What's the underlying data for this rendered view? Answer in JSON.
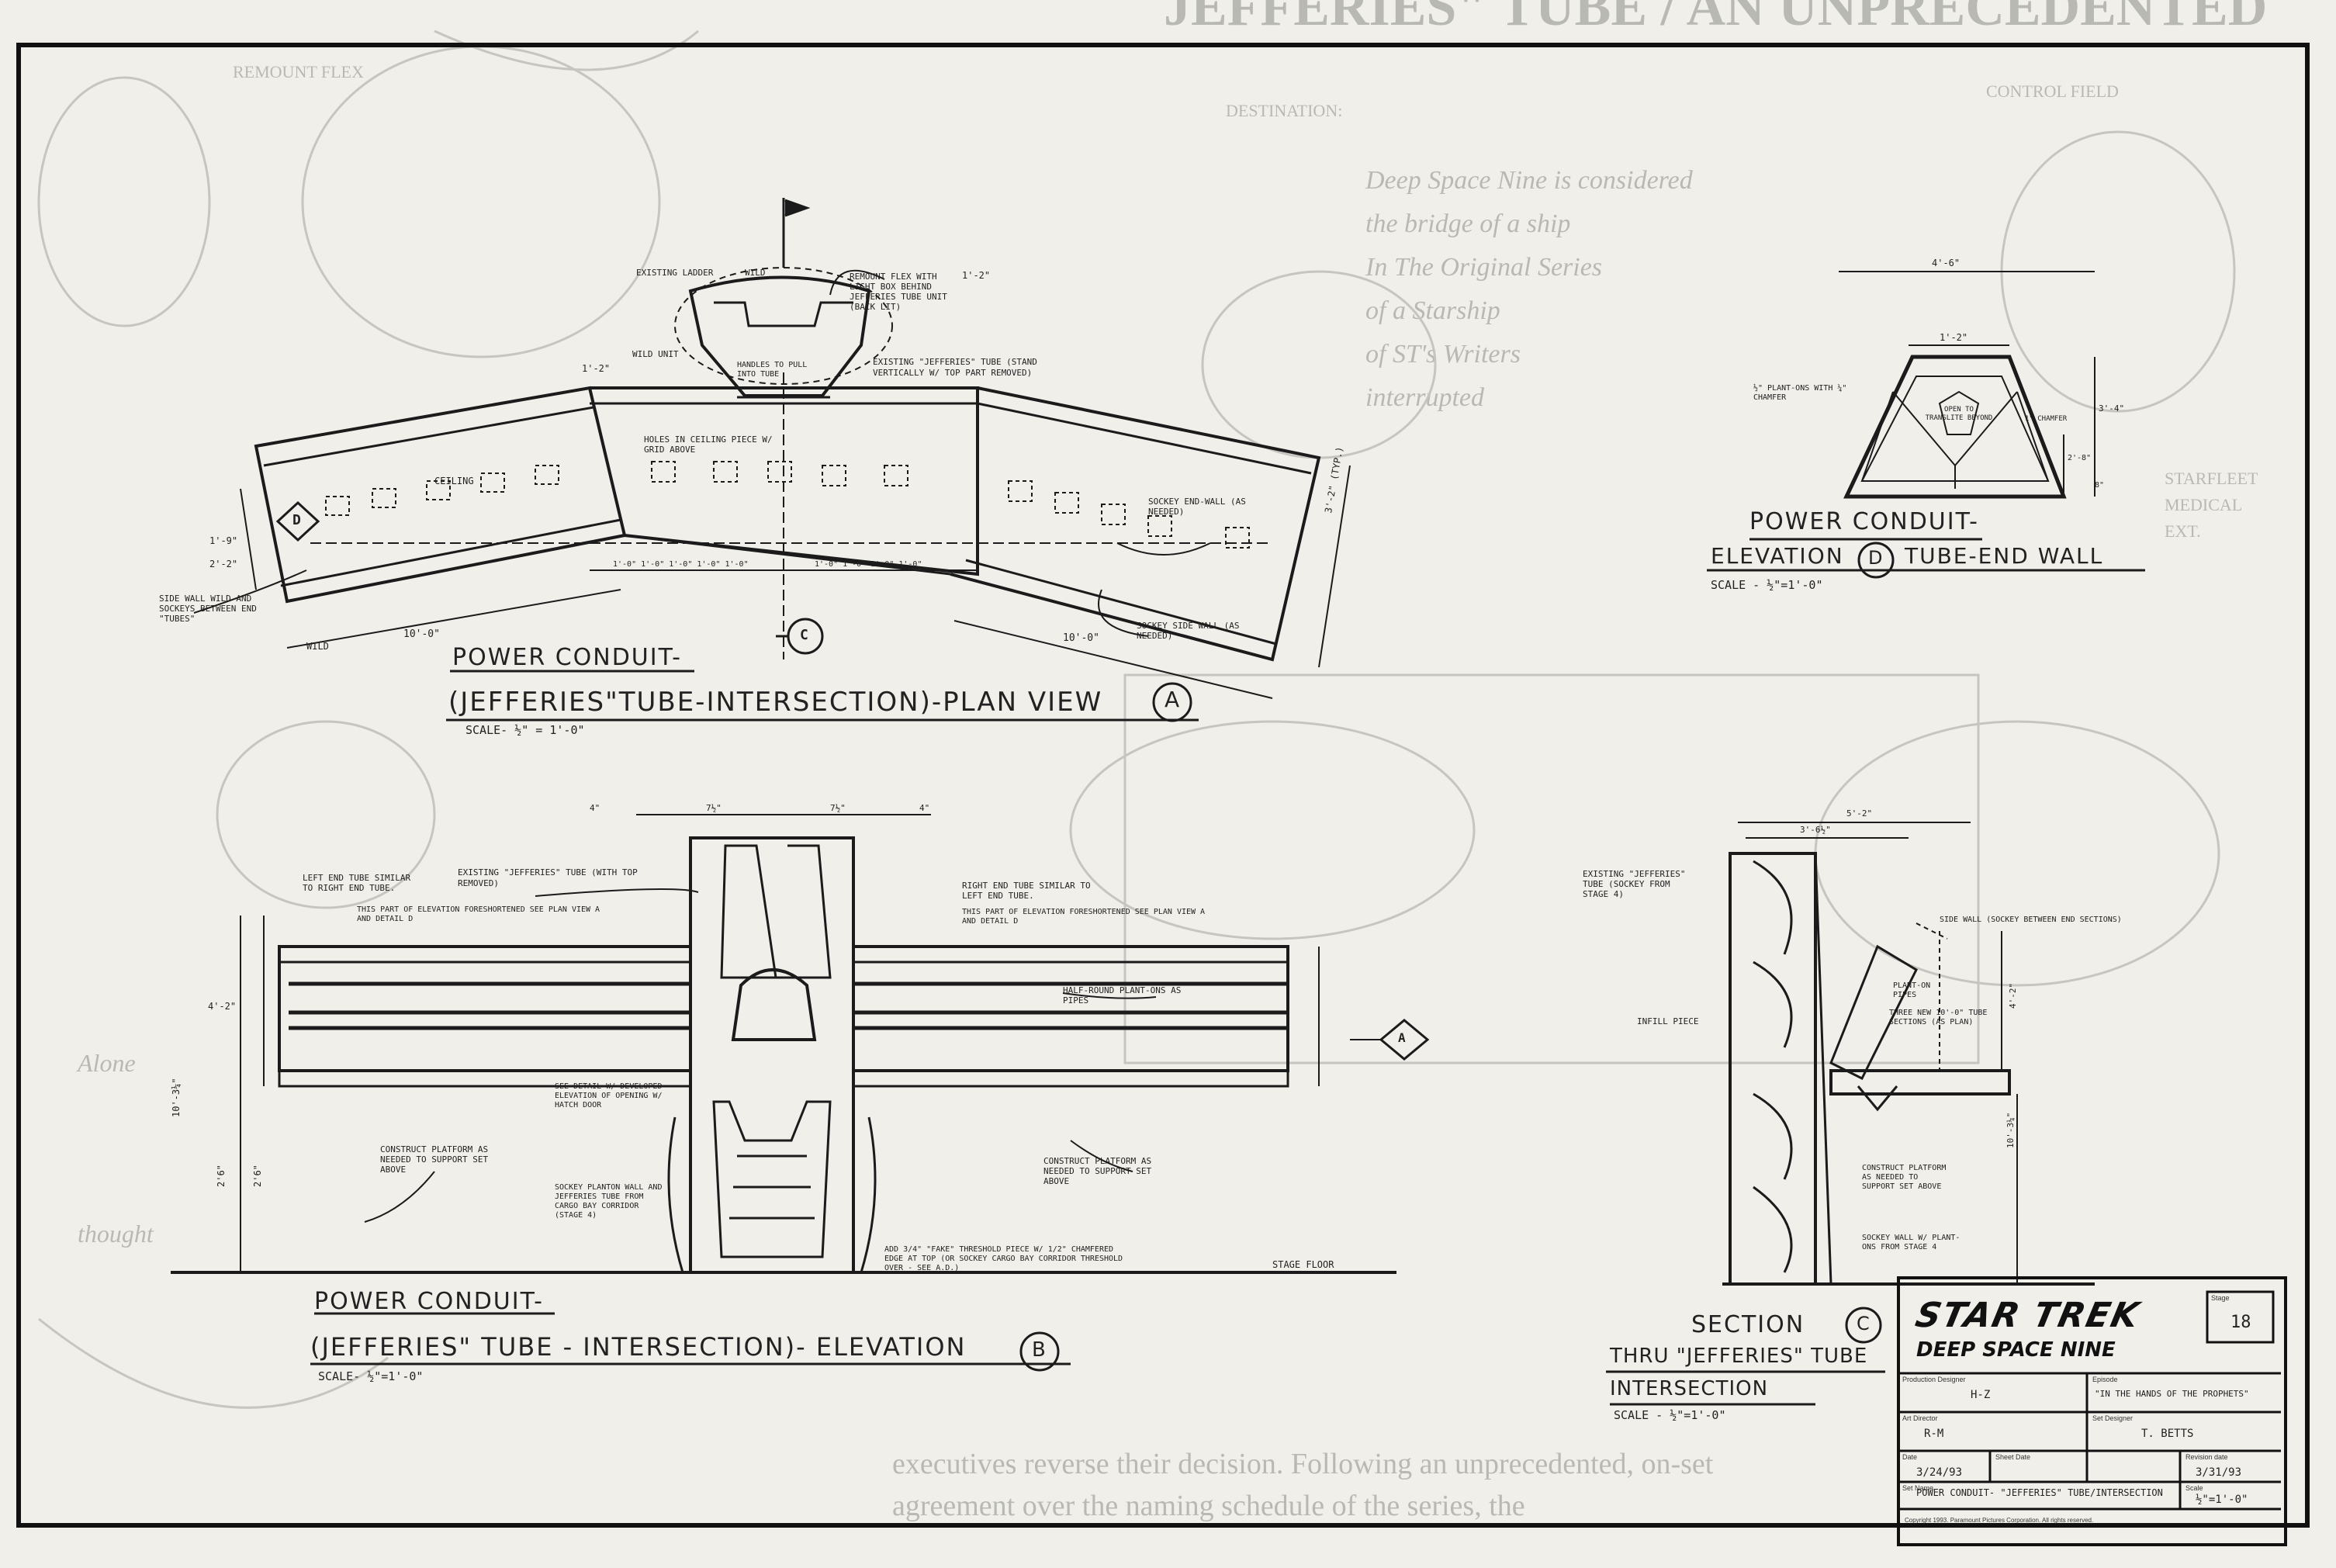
{
  "background": {
    "header": "JEFFERIES\" TUBE / AN UNPRECEDENTED",
    "left_caption": "REMOUNT FLEX",
    "center_caption": "DESTINATION:",
    "right_caption": "CONTROL FIELD",
    "paragraph_lines": [
      "Deep Space Nine is considered",
      "the bridge of a ship",
      "In The Original Series",
      "of a Starship",
      "of ST's Writers",
      "interrupted"
    ],
    "right_sidebar_lines": [
      "STARFLEET",
      "MEDICAL",
      "EXT."
    ],
    "bottom_lines": [
      "executives reverse their decision. Following an unprecedented, on-set",
      "agreement over the naming schedule of the series, the"
    ],
    "left_lines": [
      "Alone",
      "thought"
    ]
  },
  "plan_view": {
    "title_line1": "POWER CONDUIT-",
    "title_line2": "(JEFFERIES\"TUBE-INTERSECTION)-PLAN VIEW",
    "title_marker": "A",
    "scale": "SCALE- ½\" = 1'-0\"",
    "notes": [
      "EXISTING LADDER",
      "WILD",
      "REMOUNT FLEX WITH LIGHT BOX BEHIND JEFFERIES TUBE UNIT (BACK LIT)",
      "1'-2\"",
      "WILD UNIT",
      "HANDLES TO PULL INTO TUBE",
      "EXISTING \"JEFFERIES\" TUBE (STAND VERTICALLY W/ TOP PART REMOVED)",
      "1'-2\"",
      "HOLES IN CEILING PIECE W/ GRID ABOVE",
      "CEILING",
      "SOCKEY END-WALL (AS NEEDED)",
      "1'-9\"",
      "2'-2\"",
      "SIDE WALL WILD AND SOCKEYS BETWEEN END \"TUBES\"",
      "WILD",
      "10'-0\"",
      "10'-0\"",
      "SOCKEY SIDE WALL (AS NEEDED)",
      "3'-2\" (TYP.)",
      "1'-0\" 1'-0\" 1'-0\" 1'-0\" 1'-0\"",
      "1'-0\" 1'-0\" 1'-0\" 1'-0\""
    ],
    "markers": [
      "D",
      "C"
    ]
  },
  "elevation_view": {
    "title_line1": "POWER CONDUIT-",
    "title_line2": "(JEFFERIES\" TUBE - INTERSECTION)- ELEVATION",
    "title_marker": "B",
    "scale": "SCALE- ½\"=1'-0\"",
    "notes": [
      "LEFT END TUBE SIMILAR TO RIGHT END TUBE.",
      "THIS PART OF ELEVATION FORESHORTENED SEE PLAN VIEW A AND DETAIL D",
      "EXISTING \"JEFFERIES\" TUBE (WITH TOP REMOVED)",
      "RIGHT END TUBE SIMILAR TO LEFT END TUBE.",
      "THIS PART OF ELEVATION FORESHORTENED SEE PLAN VIEW A AND DETAIL D",
      "HALF-ROUND PLANT-ONS AS PIPES",
      "SEE DETAIL W/ DEVELOPED ELEVATION OF OPENING W/ HATCH DOOR",
      "CONSTRUCT PLATFORM AS NEEDED TO SUPPORT SET ABOVE",
      "SOCKEY PLANTON WALL AND JEFFERIES TUBE FROM CARGO BAY CORRIDOR (STAGE 4)",
      "CONSTRUCT PLATFORM AS NEEDED TO SUPPORT SET ABOVE",
      "ADD 3/4\" \"FAKE\" THRESHOLD PIECE W/ 1/2\" CHAMFERED EDGE AT TOP (OR SOCKEY CARGO BAY CORRIDOR THRESHOLD OVER - SEE A.D.)",
      "STAGE FLOOR",
      "4'-2\"",
      "10'-3¼\"",
      "2'6\"",
      "2'6\"",
      "4\"",
      "7½\"",
      "7½\"",
      "4\""
    ],
    "markers": [
      "A"
    ]
  },
  "end_wall_view": {
    "title_line1": "POWER CONDUIT-",
    "title_line2": "ELEVATION",
    "title_marker": "D",
    "title_line2b": "TUBE-END WALL",
    "scale": "SCALE - ½\"=1'-0\"",
    "notes": [
      "4'-6\"",
      "1'-2\"",
      "½\" PLANT-ONS WITH ¼\" CHAMFER",
      "OPEN TO TRANSLITE BEYOND",
      "1\" CHAMFER",
      "3'-4\"",
      "2'-8\"",
      "8\""
    ]
  },
  "section_view": {
    "title_line1": "SECTION",
    "title_marker": "C",
    "title_line2": "THRU \"JEFFERIES\" TUBE",
    "title_line3": "INTERSECTION",
    "scale": "SCALE - ½\"=1'-0\"",
    "notes": [
      "5'-2\"",
      "3'-6½\"",
      "EXISTING \"JEFFERIES\" TUBE (SOCKEY FROM STAGE 4)",
      "SIDE WALL (SOCKEY BETWEEN END SECTIONS)",
      "PLANT-ON PIPES",
      "INFILL PIECE",
      "THREE NEW 10'-0\" TUBE SECTIONS (AS PLAN)",
      "CONSTRUCT PLATFORM AS NEEDED TO SUPPORT SET ABOVE",
      "SOCKEY WALL W/ PLANT-ONS FROM STAGE 4",
      "4'-2\"",
      "10'-3¼\""
    ]
  },
  "title_block": {
    "logo_line1": "STAR TREK",
    "logo_line2": "DEEP SPACE NINE",
    "stage_label": "Stage",
    "stage_value": "18",
    "designer_label": "Production Designer",
    "designer_value": "H-Z",
    "episode_label": "Episode",
    "episode_value": "\"IN THE HANDS OF THE PROPHETS\"",
    "art_director_label": "Art Director",
    "art_director_value": "R-M",
    "set_designer_label": "Set Designer",
    "set_designer_value": "T. BETTS",
    "date_label": "Date",
    "date_value": "3/24/93",
    "sheet_label": "Sheet Date",
    "revision_label": "Revision date",
    "revision_value": "3/31/93",
    "set_label": "Set Name",
    "set_value": "POWER CONDUIT- \"JEFFERIES\" TUBE/INTERSECTION",
    "scale_label": "Scale",
    "scale_value": "½\"=1'-0\"",
    "copyright": "Copyright 1993. Paramount Pictures Corporation. All rights reserved."
  },
  "colors": {
    "ink": "#1b1b1b",
    "paper": "#f1efea",
    "ghost": "#b9b9b4"
  }
}
